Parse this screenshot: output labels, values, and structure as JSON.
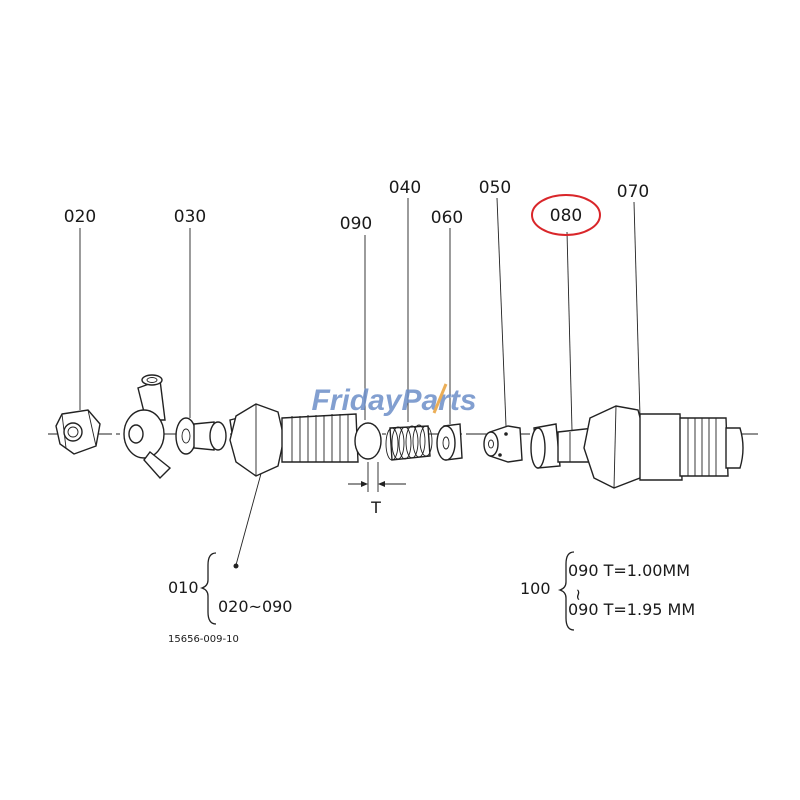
{
  "labels": {
    "p020": "020",
    "p030": "030",
    "p090": "090",
    "p040": "040",
    "p060": "060",
    "p050": "050",
    "p080": "080",
    "p070": "070"
  },
  "thickness_marker": "T",
  "assembly_note": {
    "part": "010",
    "range": "020~090"
  },
  "shim_note": {
    "part": "100",
    "line1": "090 T=1.00MM",
    "tilde": "~",
    "line2": "090 T=1.95 MM"
  },
  "drawing_ref": "15656-009-10",
  "watermark": {
    "brand": "FridayParts",
    "text_color": "#6d8fc8",
    "accent_color": "#e8a13a"
  },
  "highlight_color": "#d9262a"
}
